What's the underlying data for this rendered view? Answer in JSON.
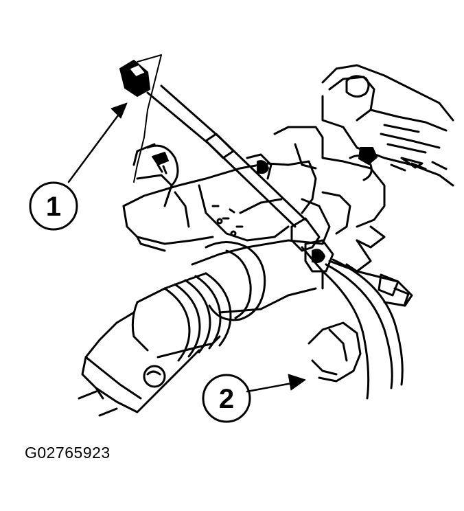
{
  "figure": {
    "id_label": "G02765923"
  },
  "callouts": [
    {
      "number": "1"
    },
    {
      "number": "2"
    }
  ],
  "colors": {
    "ink": "#000000",
    "paper": "#ffffff"
  }
}
